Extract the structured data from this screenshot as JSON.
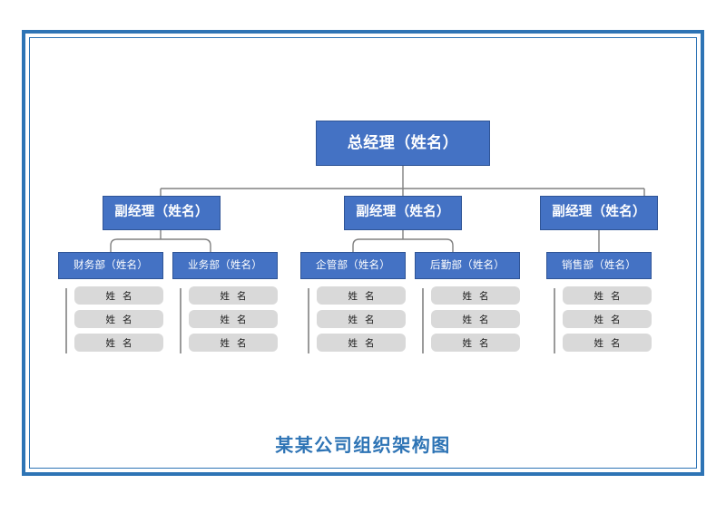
{
  "document": {
    "title": "某某公司组织架构图",
    "frame_color": "#2e74b5",
    "background": "#ffffff"
  },
  "colors": {
    "node_fill": "#4472c4",
    "node_border": "#2f5496",
    "node_text": "#ffffff",
    "staff_fill": "#d9d9d9",
    "staff_text": "#1a1a1a",
    "connector": "#808080",
    "rail": "#9a9a9a",
    "title": "#2e74b5"
  },
  "chart_data": {
    "type": "diagram",
    "subtype": "org-chart",
    "title": "某某公司组织架构图",
    "orientation": "top-down",
    "levels": 4,
    "nodes": {
      "ceo": {
        "label": "总经理（姓名）",
        "level": 1
      },
      "vps": [
        {
          "label": "副经理（姓名）",
          "level": 2,
          "id": "vp-1"
        },
        {
          "label": "副经理（姓名）",
          "level": 2,
          "id": "vp-2"
        },
        {
          "label": "副经理（姓名）",
          "level": 2,
          "id": "vp-3"
        }
      ],
      "departments": [
        {
          "label": "财务部（姓名）",
          "level": 3,
          "parent": "vp-1"
        },
        {
          "label": "业务部（姓名）",
          "level": 3,
          "parent": "vp-1"
        },
        {
          "label": "企管部（姓名）",
          "level": 3,
          "parent": "vp-2"
        },
        {
          "label": "后勤部（姓名）",
          "level": 3,
          "parent": "vp-2"
        },
        {
          "label": "销售部（姓名）",
          "level": 3,
          "parent": "vp-3"
        }
      ],
      "staff_label": "姓 名",
      "staff_per_department": 3
    }
  },
  "ceo": {
    "label": "总经理（姓名）"
  },
  "vps": [
    {
      "label": "副经理（姓名）"
    },
    {
      "label": "副经理（姓名）"
    },
    {
      "label": "副经理（姓名）"
    }
  ],
  "departments": [
    {
      "label": "财务部（姓名）",
      "staff": [
        {
          "name": "姓 名"
        },
        {
          "name": "姓 名"
        },
        {
          "name": "姓 名"
        }
      ]
    },
    {
      "label": "业务部（姓名）",
      "staff": [
        {
          "name": "姓 名"
        },
        {
          "name": "姓 名"
        },
        {
          "name": "姓 名"
        }
      ]
    },
    {
      "label": "企管部（姓名）",
      "staff": [
        {
          "name": "姓 名"
        },
        {
          "name": "姓 名"
        },
        {
          "name": "姓 名"
        }
      ]
    },
    {
      "label": "后勤部（姓名）",
      "staff": [
        {
          "name": "姓 名"
        },
        {
          "name": "姓 名"
        },
        {
          "name": "姓 名"
        }
      ]
    },
    {
      "label": "销售部（姓名）",
      "staff": [
        {
          "name": "姓 名"
        },
        {
          "name": "姓 名"
        },
        {
          "name": "姓 名"
        }
      ]
    }
  ]
}
